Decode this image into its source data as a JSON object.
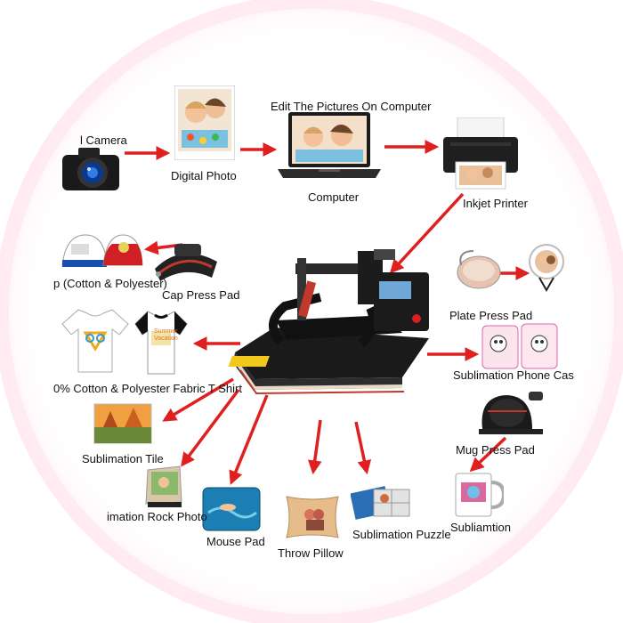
{
  "labels": {
    "camera": "l Camera",
    "digital_photo": "Digital Photo",
    "edit_title": "Edit The Pictures On Computer",
    "computer": "Computer",
    "inkjet_printer": "Inkjet Printer",
    "cap": "p (Cotton & Polyester)",
    "cap_press_pad": "Cap Press Pad",
    "plate_press_pad": "Plate Press Pad",
    "tshirt": "0% Cotton & Polyester Fabric T Shirt",
    "phone_case": "Sublimation Phone Cas",
    "tile": "Sublimation Tile",
    "mug_press_pad": "Mug Press Pad",
    "rock_photo": "imation Rock Photo",
    "mouse_pad": "Mouse Pad",
    "throw_pillow": "Throw Pillow",
    "puzzle": "Sublimation Puzzle",
    "mug": "Subliamtion"
  },
  "shirt_text": "Summer Vacation",
  "colors": {
    "arrow": "#e01f1f",
    "machine": "#1c1c1c",
    "ring": "#ffdce6"
  }
}
